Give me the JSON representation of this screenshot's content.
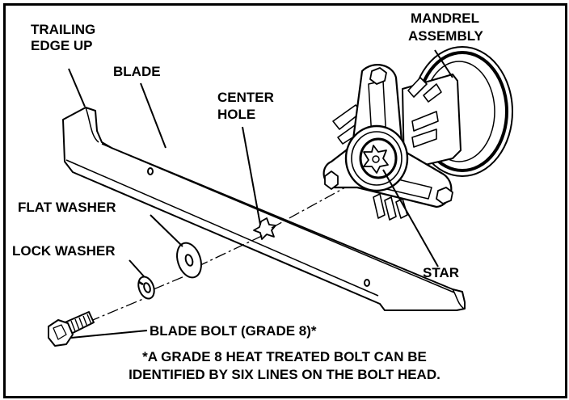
{
  "labels": {
    "trailing_edge_line1": "TRAILING",
    "trailing_edge_line2": "EDGE UP",
    "blade": "BLADE",
    "center_hole_line1": "CENTER",
    "center_hole_line2": "HOLE",
    "mandrel_line1": "MANDREL",
    "mandrel_line2": "ASSEMBLY",
    "flat_washer": "FLAT WASHER",
    "lock_washer": "LOCK WASHER",
    "star": "STAR",
    "blade_bolt": "BLADE BOLT (GRADE 8)*"
  },
  "footnote": {
    "line1": "*A GRADE 8 HEAT TREATED BOLT CAN BE",
    "line2": "IDENTIFIED BY SIX LINES ON THE BOLT HEAD."
  }
}
